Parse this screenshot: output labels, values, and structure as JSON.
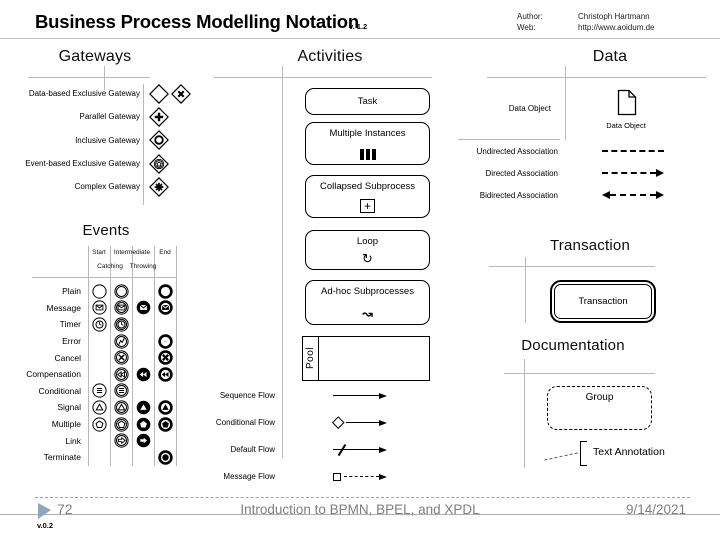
{
  "header": {
    "title": "Business Process Modelling Notation",
    "version": "v. 1.2",
    "author_label": "Author:",
    "author": "Christoph Hartmann",
    "web_label": "Web:",
    "web": "http://www.aoidum.de"
  },
  "sections": {
    "gateways": {
      "title": "Gateways",
      "items": [
        {
          "label": "Data-based Exclusive Gateway",
          "icons": [
            "diamond-empty",
            "diamond-x"
          ]
        },
        {
          "label": "Parallel Gateway",
          "icons": [
            "diamond-plus"
          ]
        },
        {
          "label": "Inclusive Gateway",
          "icons": [
            "diamond-circle"
          ]
        },
        {
          "label": "Event-based Exclusive Gateway",
          "icons": [
            "diamond-event"
          ]
        },
        {
          "label": "Complex Gateway",
          "icons": [
            "diamond-star"
          ]
        }
      ]
    },
    "events": {
      "title": "Events",
      "columns": {
        "start": "Start",
        "intermediate": "Intermediate",
        "end": "End",
        "catching": "Catching",
        "throwing": "Throwing"
      },
      "rows": [
        {
          "label": "Plain",
          "glyph": "plain",
          "cells": [
            "start",
            "catching",
            "",
            "end"
          ]
        },
        {
          "label": "Message",
          "glyph": "message",
          "cells": [
            "start",
            "catching",
            "throwing",
            "end"
          ]
        },
        {
          "label": "Timer",
          "glyph": "timer",
          "cells": [
            "start",
            "catching",
            "",
            ""
          ]
        },
        {
          "label": "Error",
          "glyph": "error",
          "cells": [
            "",
            "catching",
            "",
            "end"
          ]
        },
        {
          "label": "Cancel",
          "glyph": "cancel",
          "cells": [
            "",
            "catching",
            "",
            "end"
          ]
        },
        {
          "label": "Compensation",
          "glyph": "compensation",
          "cells": [
            "",
            "catching",
            "throwing",
            "end"
          ]
        },
        {
          "label": "Conditional",
          "glyph": "conditional",
          "cells": [
            "start",
            "catching",
            "",
            ""
          ]
        },
        {
          "label": "Signal",
          "glyph": "signal",
          "cells": [
            "start",
            "catching",
            "throwing",
            "end"
          ]
        },
        {
          "label": "Multiple",
          "glyph": "multiple",
          "cells": [
            "start",
            "catching",
            "throwing",
            "end"
          ]
        },
        {
          "label": "Link",
          "glyph": "link",
          "cells": [
            "",
            "catching",
            "throwing",
            ""
          ]
        },
        {
          "label": "Terminate",
          "glyph": "terminate",
          "cells": [
            "",
            "",
            "",
            "end"
          ]
        }
      ]
    },
    "activities": {
      "title": "Activities",
      "boxes": [
        {
          "label": "Task",
          "marker": ""
        },
        {
          "label": "Multiple Instances",
          "marker": "bars"
        },
        {
          "label": "Collapsed Subprocess",
          "marker": "plus-box"
        },
        {
          "label": "Loop",
          "marker": "loop"
        },
        {
          "label": "Ad-hoc Subprocesses",
          "marker": "tilde"
        }
      ],
      "pool_label": "Pool",
      "flows": [
        {
          "label": "Sequence Flow",
          "type": "sequence"
        },
        {
          "label": "Conditional Flow",
          "type": "conditional"
        },
        {
          "label": "Default Flow",
          "type": "default"
        },
        {
          "label": "Message Flow",
          "type": "message"
        }
      ]
    },
    "data": {
      "title": "Data",
      "object_label": "Data Object",
      "object_caption": "Data Object",
      "associations": [
        {
          "label": "Undirected Association",
          "type": "undirected"
        },
        {
          "label": "Directed Association",
          "type": "directed"
        },
        {
          "label": "Bidirected Association",
          "type": "bidirected"
        }
      ],
      "transaction": {
        "title": "Transaction",
        "box_label": "Transaction"
      },
      "documentation": {
        "title": "Documentation",
        "group_label": "Group",
        "annotation_label": "Text Annotation"
      }
    }
  },
  "footer": {
    "page": "72",
    "version": "v.0.2",
    "title": "Introduction to BPMN, BPEL, and XPDL",
    "date": "9/14/2021"
  },
  "colors": {
    "accent_triangle": "#8fa5c0",
    "grid_line": "#b8b8b8",
    "footer_text": "#7f7f7f"
  }
}
